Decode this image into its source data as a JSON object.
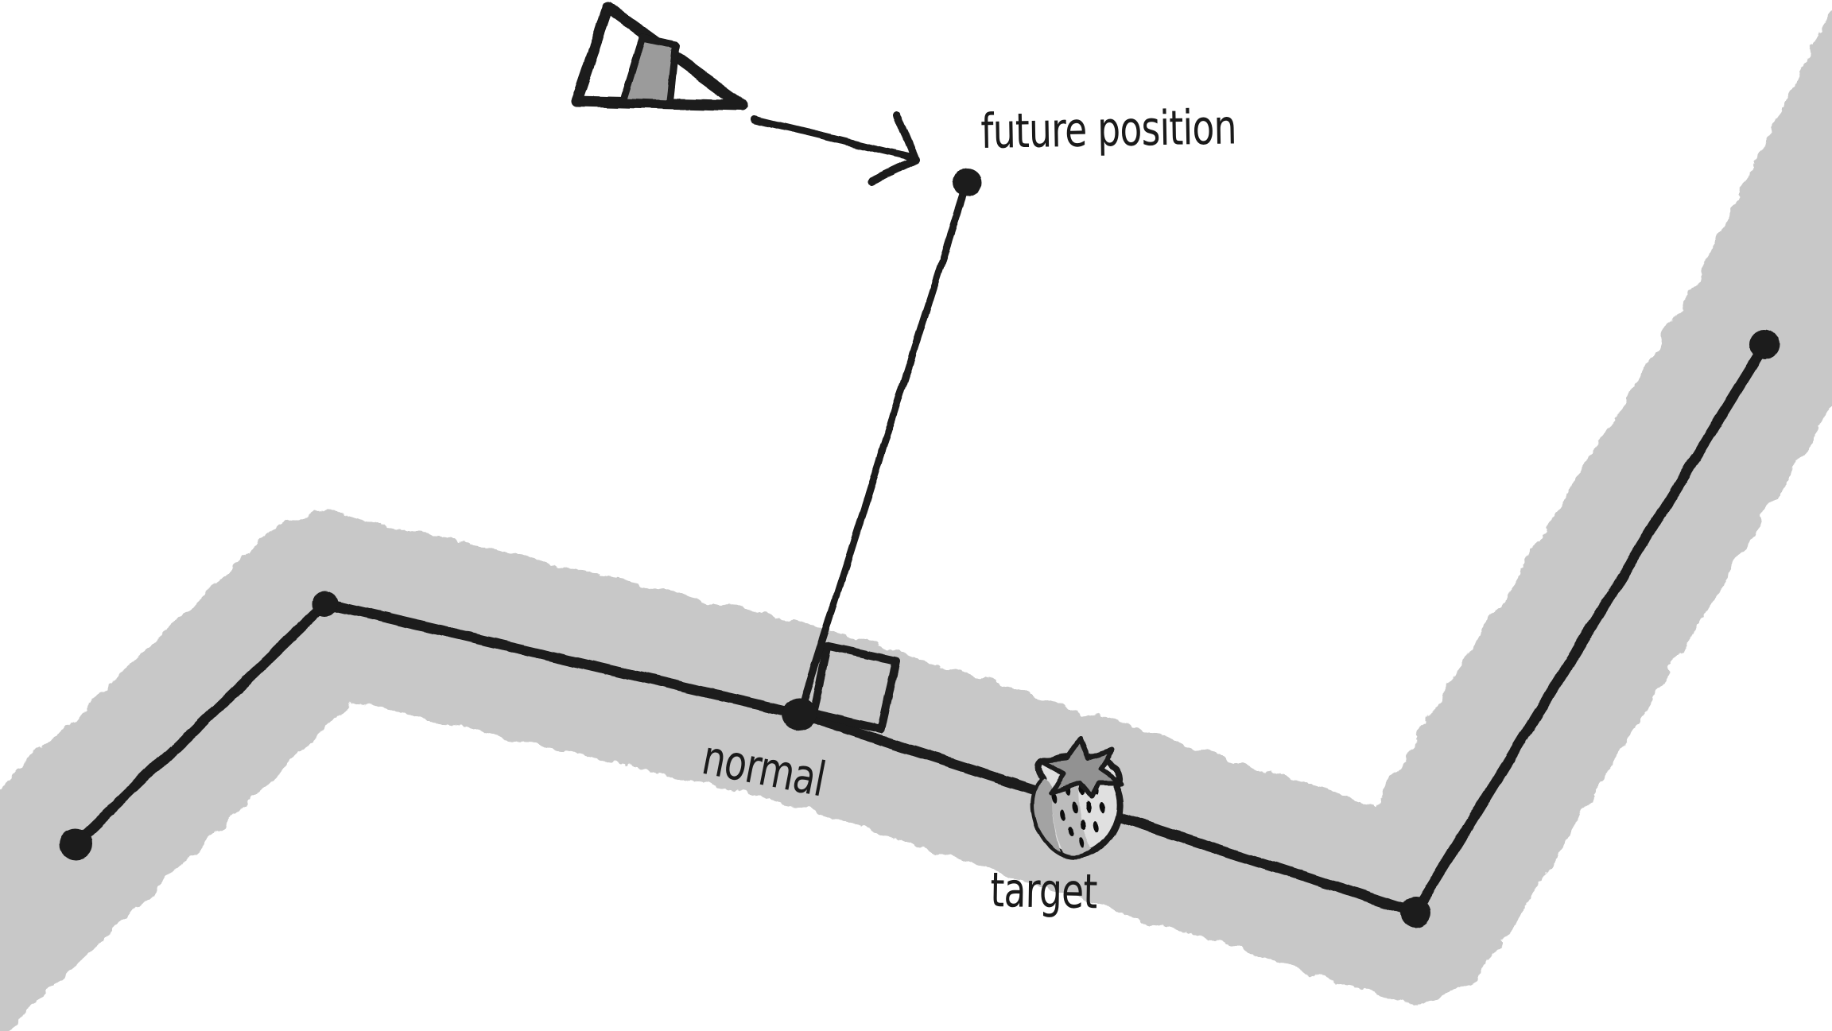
{
  "labels": {
    "future_position": "future position",
    "normal": "normal",
    "target": "target"
  },
  "colors": {
    "background": "#ffffff",
    "ink": "#1a1a1a",
    "path_band": "#c8c8c8",
    "vehicle_fill": "#ffffff",
    "vehicle_stripe": "#9b9b9b",
    "strawberry_body": "#e0e0e0",
    "strawberry_shade_dark": "#a3a3a3",
    "strawberry_shade_mid": "#bcbcbc",
    "strawberry_leaves": "#929292"
  },
  "icons": {
    "vehicle": "vehicle-triangle-icon",
    "direction_arrow": "arrow-icon",
    "target_marker": "strawberry-icon",
    "right_angle_marker": "right-angle-square-icon",
    "waypoint": "path-dot-icon"
  }
}
